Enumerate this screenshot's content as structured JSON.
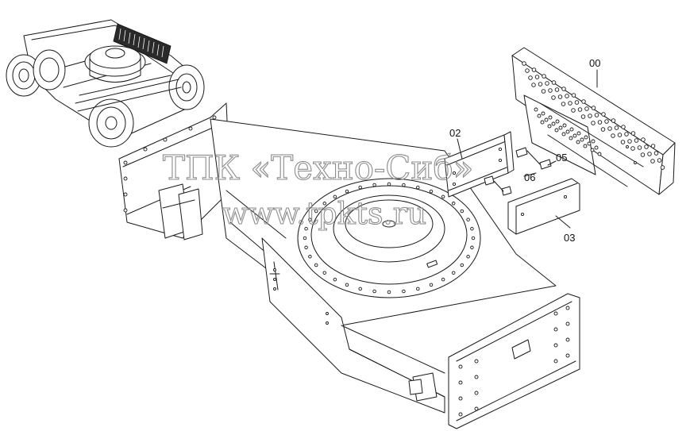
{
  "callouts": {
    "label_00": "00",
    "label_02": "02",
    "label_03": "03",
    "label_05": "05",
    "label_06": "06"
  },
  "watermark": {
    "line1": "ТПК «Техно-Сиб»",
    "line2": "www.tpkts.ru"
  }
}
